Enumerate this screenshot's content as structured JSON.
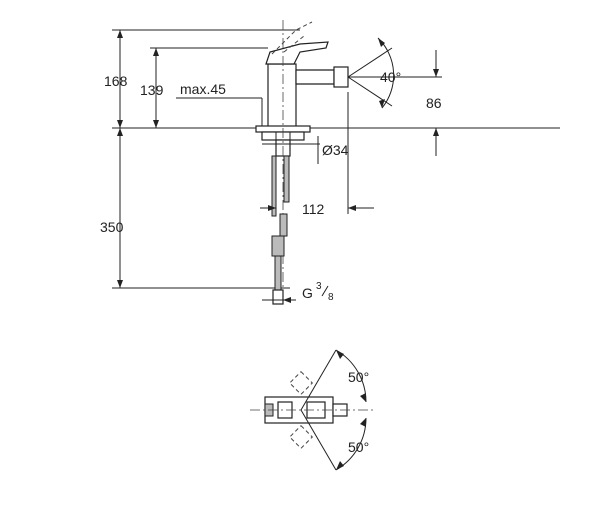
{
  "dims": {
    "h_total": "168",
    "h_spout": "139",
    "max_45": "max.45",
    "angle_spout": "40°",
    "h_outlet": "86",
    "dia": "Ø34",
    "reach": "112",
    "hose_len": "350",
    "thread_g": "G",
    "thread_num": "3",
    "thread_den": "8",
    "angle_top": "50°",
    "angle_bottom": "50°"
  }
}
